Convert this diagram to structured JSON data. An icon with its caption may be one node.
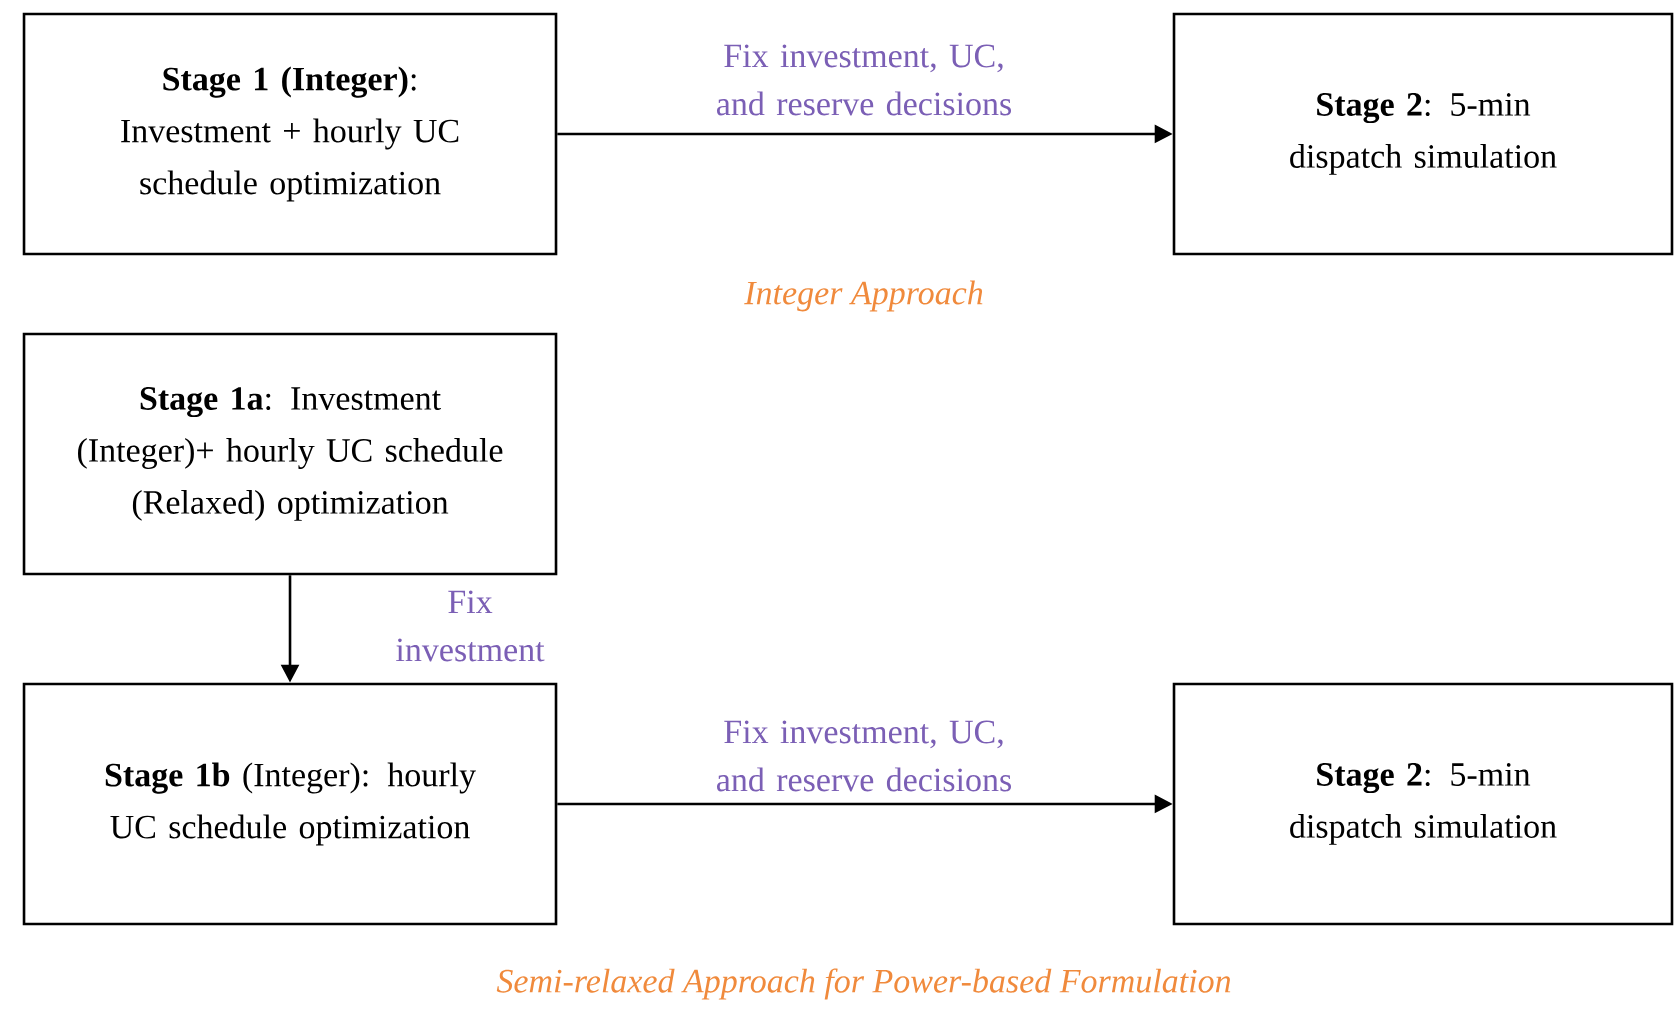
{
  "diagram": {
    "nodes": [
      {
        "text": [
          "**Stage 1 (Integer)**: Investment + hourly UC schedule optimization"
        ]
      },
      {
        "text": [
          "**Stage 2**: 5-min dispatch simulation"
        ]
      },
      {
        "text": [
          "**Stage 1a**: Investment (Integer)+ hourly UC schedule (Relaxed) optimization"
        ]
      },
      {
        "text": [
          "**Stage 1b** (Integer): hourly UC schedule optimization"
        ]
      },
      {
        "text": [
          "**Stage 2**: 5-min dispatch simulation"
        ]
      }
    ],
    "edges": [
      {
        "from": 0,
        "to": 1,
        "arrow": "to",
        "label": "Fix investment, UC, and reserve decisions"
      },
      {
        "from": 2,
        "to": 3,
        "arrow": "to",
        "label": "Fix investment"
      },
      {
        "from": 3,
        "to": 4,
        "arrow": "to",
        "label": "Fix investment, UC, and reserve decisions"
      }
    ],
    "labels": [
      "Integer Approach",
      "Semi-relaxed Approach for Power-based Formulation"
    ]
  }
}
